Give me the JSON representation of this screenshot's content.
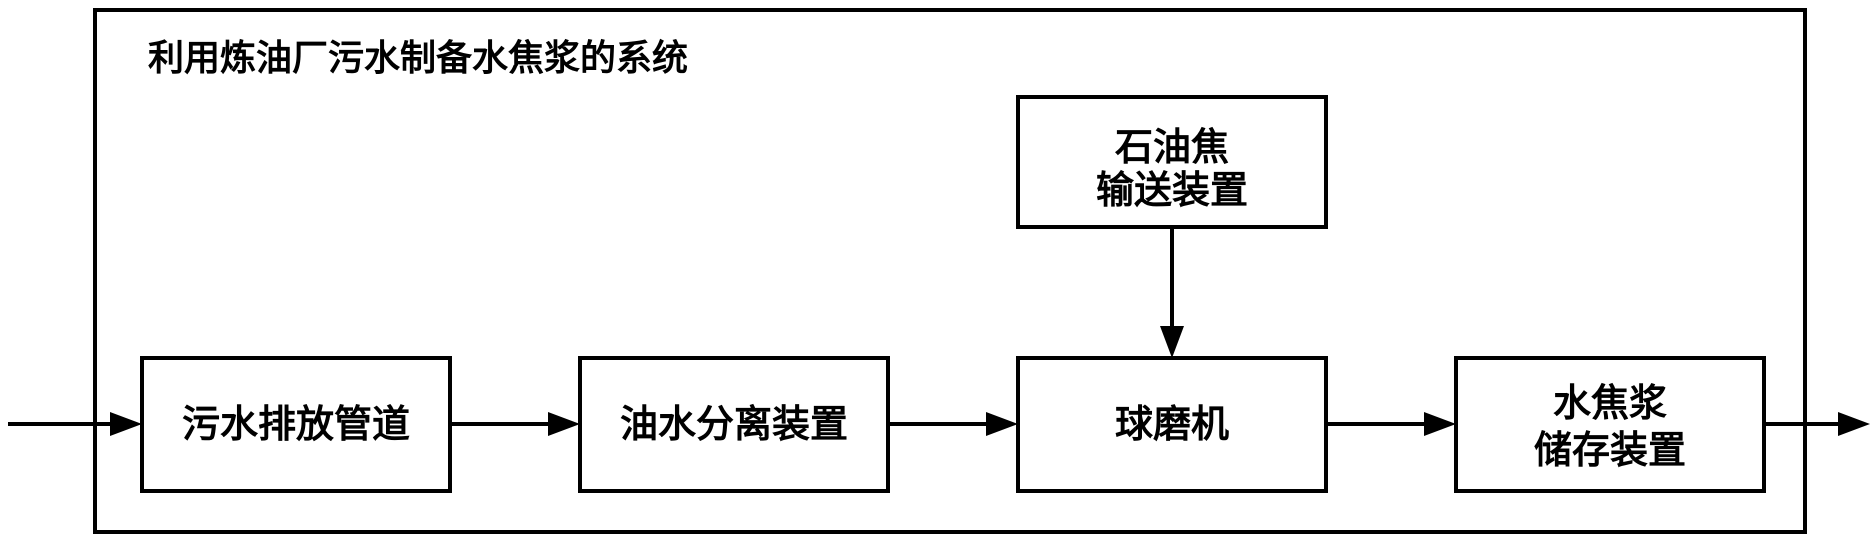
{
  "diagram": {
    "title": "利用炼油厂污水制备水焦浆的系统",
    "nodes": {
      "coke_feeder": {
        "line1": "石油焦",
        "line2": "输送装置"
      },
      "sewage_pipe": {
        "label": "污水排放管道"
      },
      "oil_water_separator": {
        "label": "油水分离装置"
      },
      "ball_mill": {
        "label": "球磨机"
      },
      "slurry_storage": {
        "line1": "水焦浆",
        "line2": "储存装置"
      }
    },
    "edges": [
      {
        "from": "external-input",
        "to": "sewage_pipe"
      },
      {
        "from": "sewage_pipe",
        "to": "oil_water_separator"
      },
      {
        "from": "oil_water_separator",
        "to": "ball_mill"
      },
      {
        "from": "coke_feeder",
        "to": "ball_mill"
      },
      {
        "from": "ball_mill",
        "to": "slurry_storage"
      },
      {
        "from": "slurry_storage",
        "to": "external-output"
      }
    ]
  }
}
